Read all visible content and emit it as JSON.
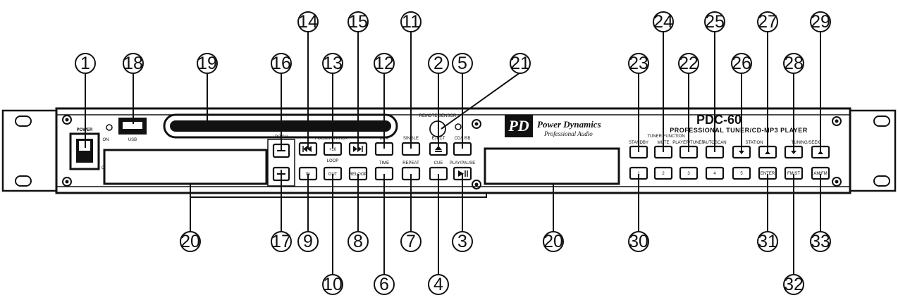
{
  "brand": {
    "logo_text": "PD",
    "name": "Power Dynamics",
    "sub": "Professional Audio"
  },
  "model": {
    "name": "PDC-60",
    "desc": "PROFESSIONAL TUNER/CD-MP3 PLAYER"
  },
  "panel_labels": {
    "power": "POWER",
    "on": "ON",
    "off": "OFF",
    "usb": "USB",
    "eject": "EJECT",
    "play_pause": "PLAY/PAUSE",
    "cue": "CUE",
    "repeat": "REPEAT",
    "single": "SINGLE",
    "time": "TIME",
    "in": "IN",
    "out": "OUT",
    "reloop": "RELOOP",
    "loop": "LOOP",
    "folder_track": "FOLDER/TRACK",
    "standby": "STANDBY",
    "mute": "MUTE",
    "autoscan": "AUTOSCAN",
    "station": "STATION",
    "tuning_seek": "TUNING/SEEK",
    "tuner_function": "TUNER FUNCTION",
    "player_tuner": "PLAYER/TUNER",
    "cd_usb": "CD/USB",
    "remote_sensor": "REMOTE SENSOR",
    "enter": "ENTER",
    "fm_st": "FM/ST",
    "am_fm": "AM/FM",
    "p1": "1",
    "p2": "2",
    "p3": "3",
    "p4": "4",
    "p5": "5",
    "plus10": "+10",
    "pitch": "PITCH",
    "bpm": "BPM"
  },
  "callouts": {
    "c1": "1",
    "c2": "2",
    "c3": "3",
    "c4": "4",
    "c5": "5",
    "c6": "6",
    "c7": "7",
    "c8": "8",
    "c9": "9",
    "c10": "10",
    "c11": "11",
    "c12": "12",
    "c13": "13",
    "c14": "14",
    "c15": "15",
    "c16": "16",
    "c17": "17",
    "c18": "18",
    "c19": "19",
    "c20a": "20",
    "c20b": "20",
    "c21": "21",
    "c22": "22",
    "c23": "23",
    "c24": "24",
    "c25": "25",
    "c26": "26",
    "c27": "27",
    "c28": "28",
    "c29": "29",
    "c30": "30",
    "c31": "31",
    "c32": "32",
    "c33": "33"
  }
}
